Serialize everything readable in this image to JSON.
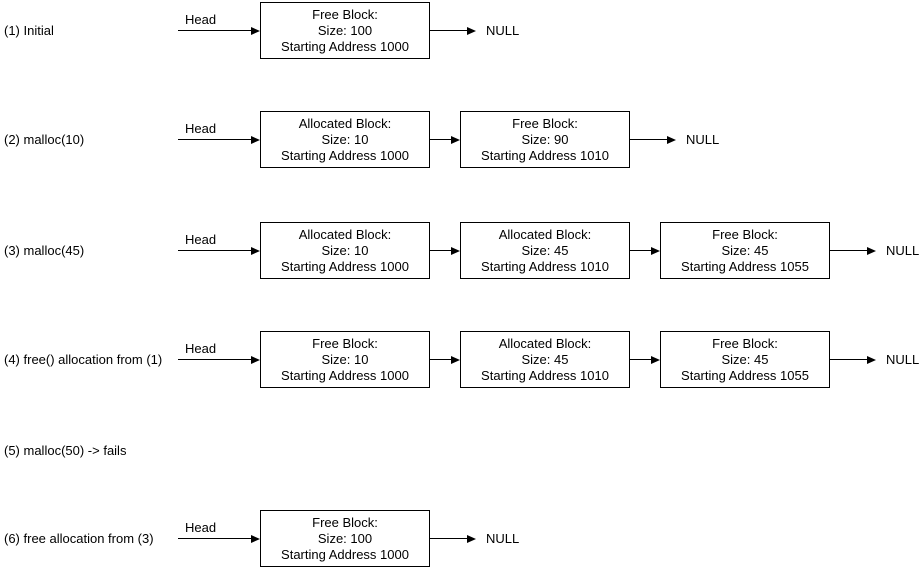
{
  "diagram": {
    "kind": "linked-list memory allocation states",
    "colors": {
      "stroke": "#000000",
      "fill": "#ffffff",
      "text": "#000000",
      "background": "#ffffff"
    }
  },
  "rows": [
    {
      "label": "(1) Initial",
      "head": "Head",
      "tail": "NULL",
      "blocks": [
        {
          "lines": [
            "Free Block:",
            "Size: 100",
            "Starting Address 1000"
          ]
        }
      ]
    },
    {
      "label": "(2) malloc(10)",
      "head": "Head",
      "tail": "NULL",
      "blocks": [
        {
          "lines": [
            "Allocated Block:",
            "Size: 10",
            "Starting Address 1000"
          ]
        },
        {
          "lines": [
            "Free Block:",
            "Size: 90",
            "Starting Address 1010"
          ]
        }
      ]
    },
    {
      "label": "(3) malloc(45)",
      "head": "Head",
      "tail": "NULL",
      "blocks": [
        {
          "lines": [
            "Allocated Block:",
            "Size: 10",
            "Starting Address 1000"
          ]
        },
        {
          "lines": [
            "Allocated Block:",
            "Size: 45",
            "Starting Address 1010"
          ]
        },
        {
          "lines": [
            "Free Block:",
            "Size: 45",
            "Starting Address 1055"
          ]
        }
      ]
    },
    {
      "label": "(4) free() allocation from (1)",
      "head": "Head",
      "tail": "NULL",
      "blocks": [
        {
          "lines": [
            "Free Block:",
            "Size: 10",
            "Starting Address 1000"
          ]
        },
        {
          "lines": [
            "Allocated Block:",
            "Size: 45",
            "Starting Address 1010"
          ]
        },
        {
          "lines": [
            "Free Block:",
            "Size: 45",
            "Starting Address 1055"
          ]
        }
      ]
    },
    {
      "label": "(5) malloc(50) -> fails",
      "head": null,
      "tail": null,
      "blocks": []
    },
    {
      "label": "(6) free allocation from (3)",
      "head": "Head",
      "tail": "NULL",
      "blocks": [
        {
          "lines": [
            "Free Block:",
            "Size: 100",
            "Starting Address 1000"
          ]
        }
      ]
    }
  ]
}
